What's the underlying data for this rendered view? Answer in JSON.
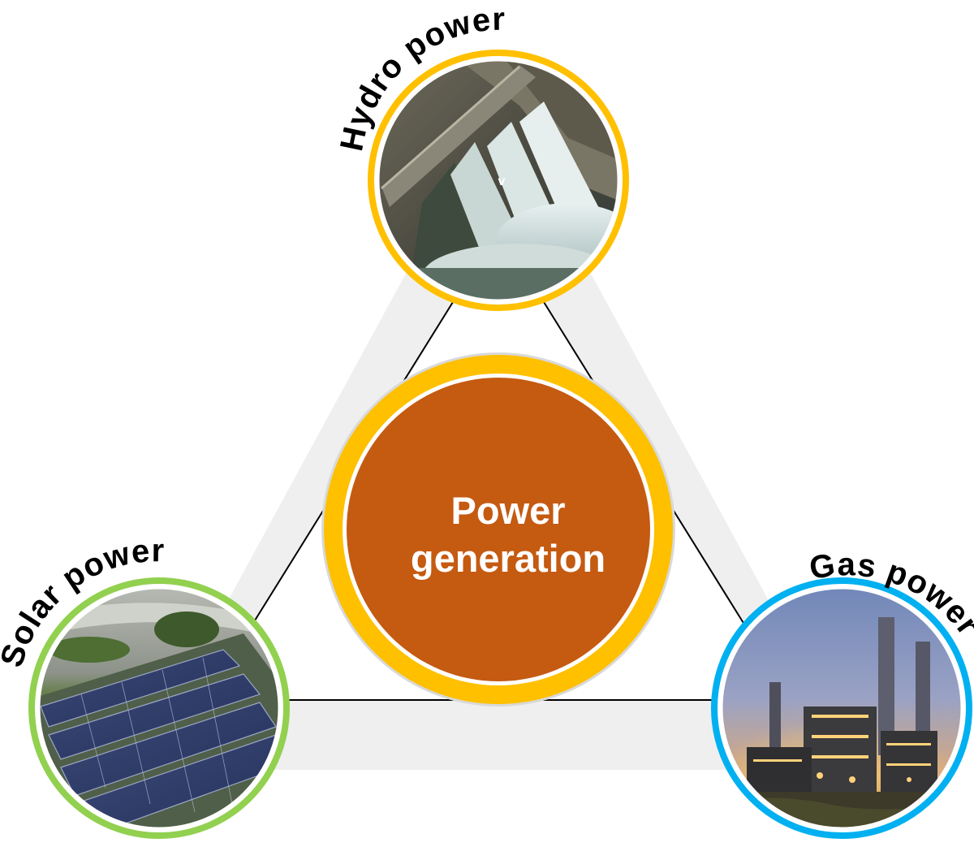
{
  "center": {
    "line1": "Power",
    "line2": "generation",
    "fill_color": "#C55A11",
    "ring_color": "#FFC000"
  },
  "nodes": [
    {
      "id": "hydro",
      "label": "Hydro power",
      "ring_color": "#FFC000",
      "image": "hydroelectric dam spillway photo",
      "overlay_text": "v"
    },
    {
      "id": "solar",
      "label": "Solar power",
      "ring_color": "#92D050",
      "image": "solar panels on greenhouse roof photo"
    },
    {
      "id": "gas",
      "label": "Gas power",
      "ring_color": "#00B0F0",
      "image": "gas power plant at dusk photo"
    }
  ],
  "colors": {
    "background_triangle": "#EFEFEF",
    "triangle_outline": "#000000"
  }
}
